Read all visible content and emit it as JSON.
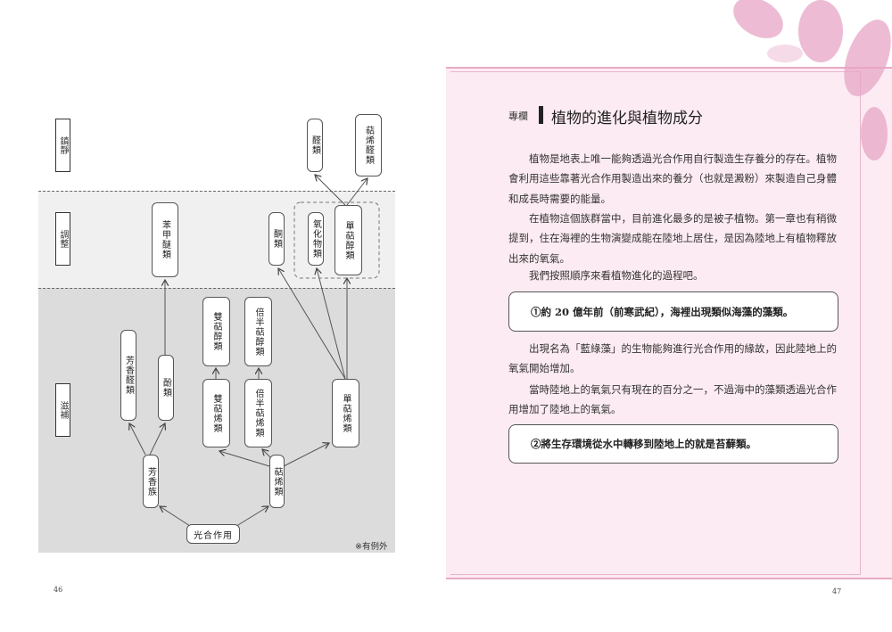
{
  "left_page": {
    "levels": [
      "鎮靜",
      "調整",
      "滋補"
    ],
    "nodes": {
      "aldehydes": "醛類",
      "terpene_aldehydes": "萜烯醛類",
      "anisoles": "苯甲醚類",
      "ketones": "酮類",
      "oxides": "氧化物類",
      "monoterpenols": "單萜醇類",
      "diterpenols": "雙萜醇類",
      "sesquiterpenols": "倍半萜醇類",
      "aromatic_aldehydes": "芳香醛類",
      "phenols": "酚類",
      "diterpenes": "雙萜烯類",
      "sesquiterpenes": "倍半萜烯類",
      "monoterpenes": "單萜烯類",
      "aromatics": "芳香族",
      "terpenes": "萜烯類",
      "photosynthesis": "光合作用"
    },
    "note": "※有例外",
    "page_number": "46"
  },
  "right_page": {
    "column_label": "專欄",
    "title": "植物的進化與植物成分",
    "paragraphs": [
      "植物是地表上唯一能夠透過光合作用自行製造生存養分的存在。植物會利用這些靠著光合作用製造出來的養分（也就是澱粉）來製造自己身體和成長時需要的能量。",
      "在植物這個族群當中，目前進化最多的是被子植物。第一章也有稍微提到，住在海裡的生物演變成能在陸地上居住，是因為陸地上有植物釋放出來的氧氣。",
      "我們按照順序來看植物進化的過程吧。"
    ],
    "box1": "①約 20 億年前（前寒武紀），海裡出現類似海藻的藻類。",
    "paragraphs2": [
      "出現名為「藍綠藻」的生物能夠進行光合作用的緣故，因此陸地上的氧氣開始增加。",
      "當時陸地上的氧氣只有現在的百分之一，不過海中的藻類透過光合作用增加了陸地上的氧氣。"
    ],
    "box2": "②將生存環境從水中轉移到陸地上的就是苔蘚類。",
    "page_number": "47"
  }
}
